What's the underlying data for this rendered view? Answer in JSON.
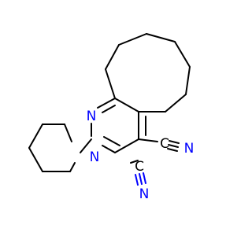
{
  "molecule": {
    "atoms": {
      "ring_n": "N",
      "piperidine_n": "N",
      "nitrile_upper_c": "C",
      "nitrile_upper_n": "N",
      "nitrile_lower_c": "C",
      "nitrile_lower_n": "N"
    }
  },
  "colors": {
    "bond": "#000000",
    "nitrogen": "#0000ff",
    "background": "#ffffff"
  }
}
